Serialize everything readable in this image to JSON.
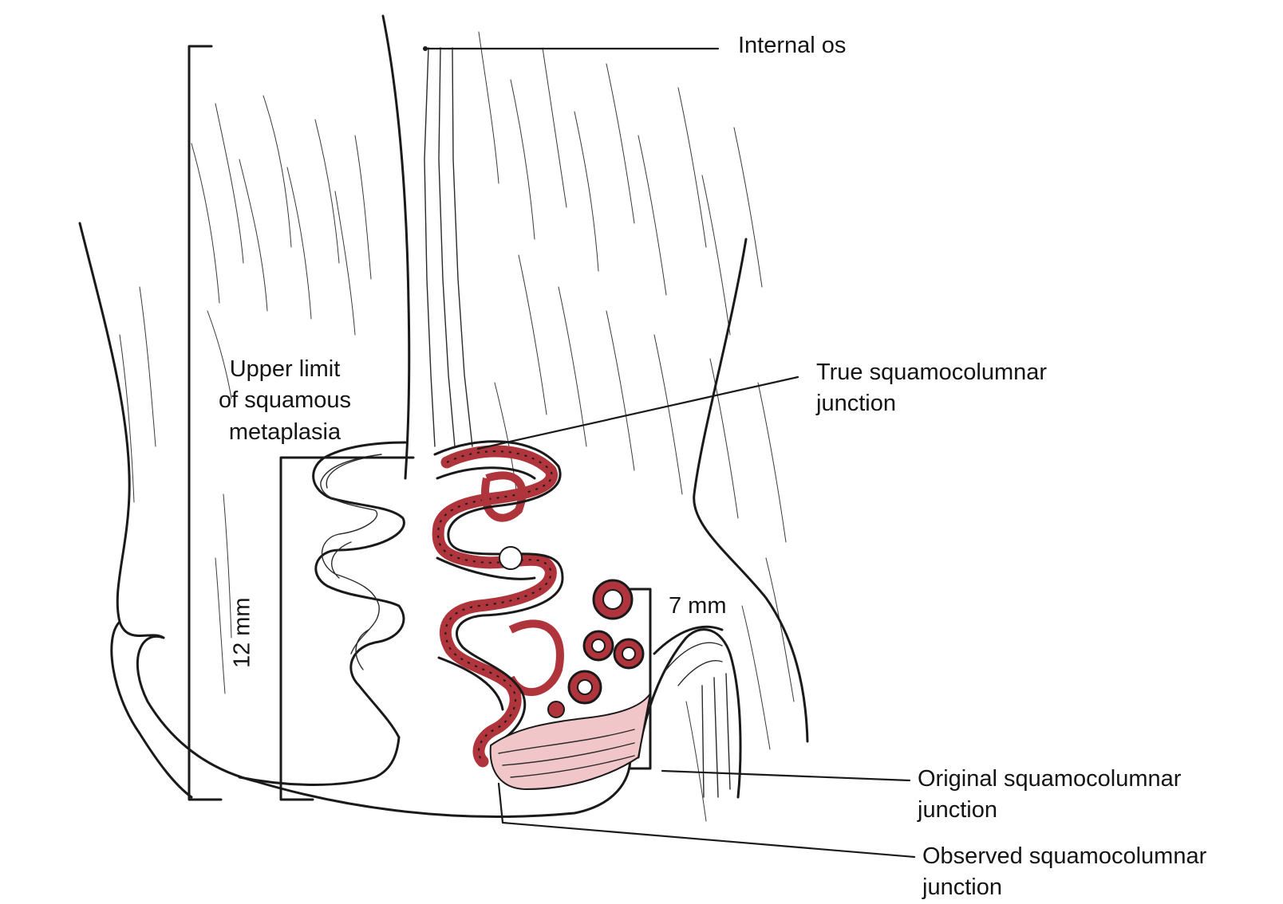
{
  "labels": {
    "internal_os": "Internal os",
    "true_sqcj": [
      "True squamocolumnar",
      "junction"
    ],
    "upper_limit": [
      "Upper limit",
      "of squamous",
      "metaplasia"
    ],
    "measure_12": "12 mm",
    "measure_7": "7 mm",
    "original_sqcj": [
      "Original squamocolumnar",
      "junction"
    ],
    "observed_sqcj": [
      "Observed squamocolumnar",
      "junction"
    ]
  },
  "colors": {
    "line": "#1a1a1a",
    "gland_red": "#b0343c",
    "stroma_pink": "#f1c6c8",
    "background": "#ffffff"
  }
}
